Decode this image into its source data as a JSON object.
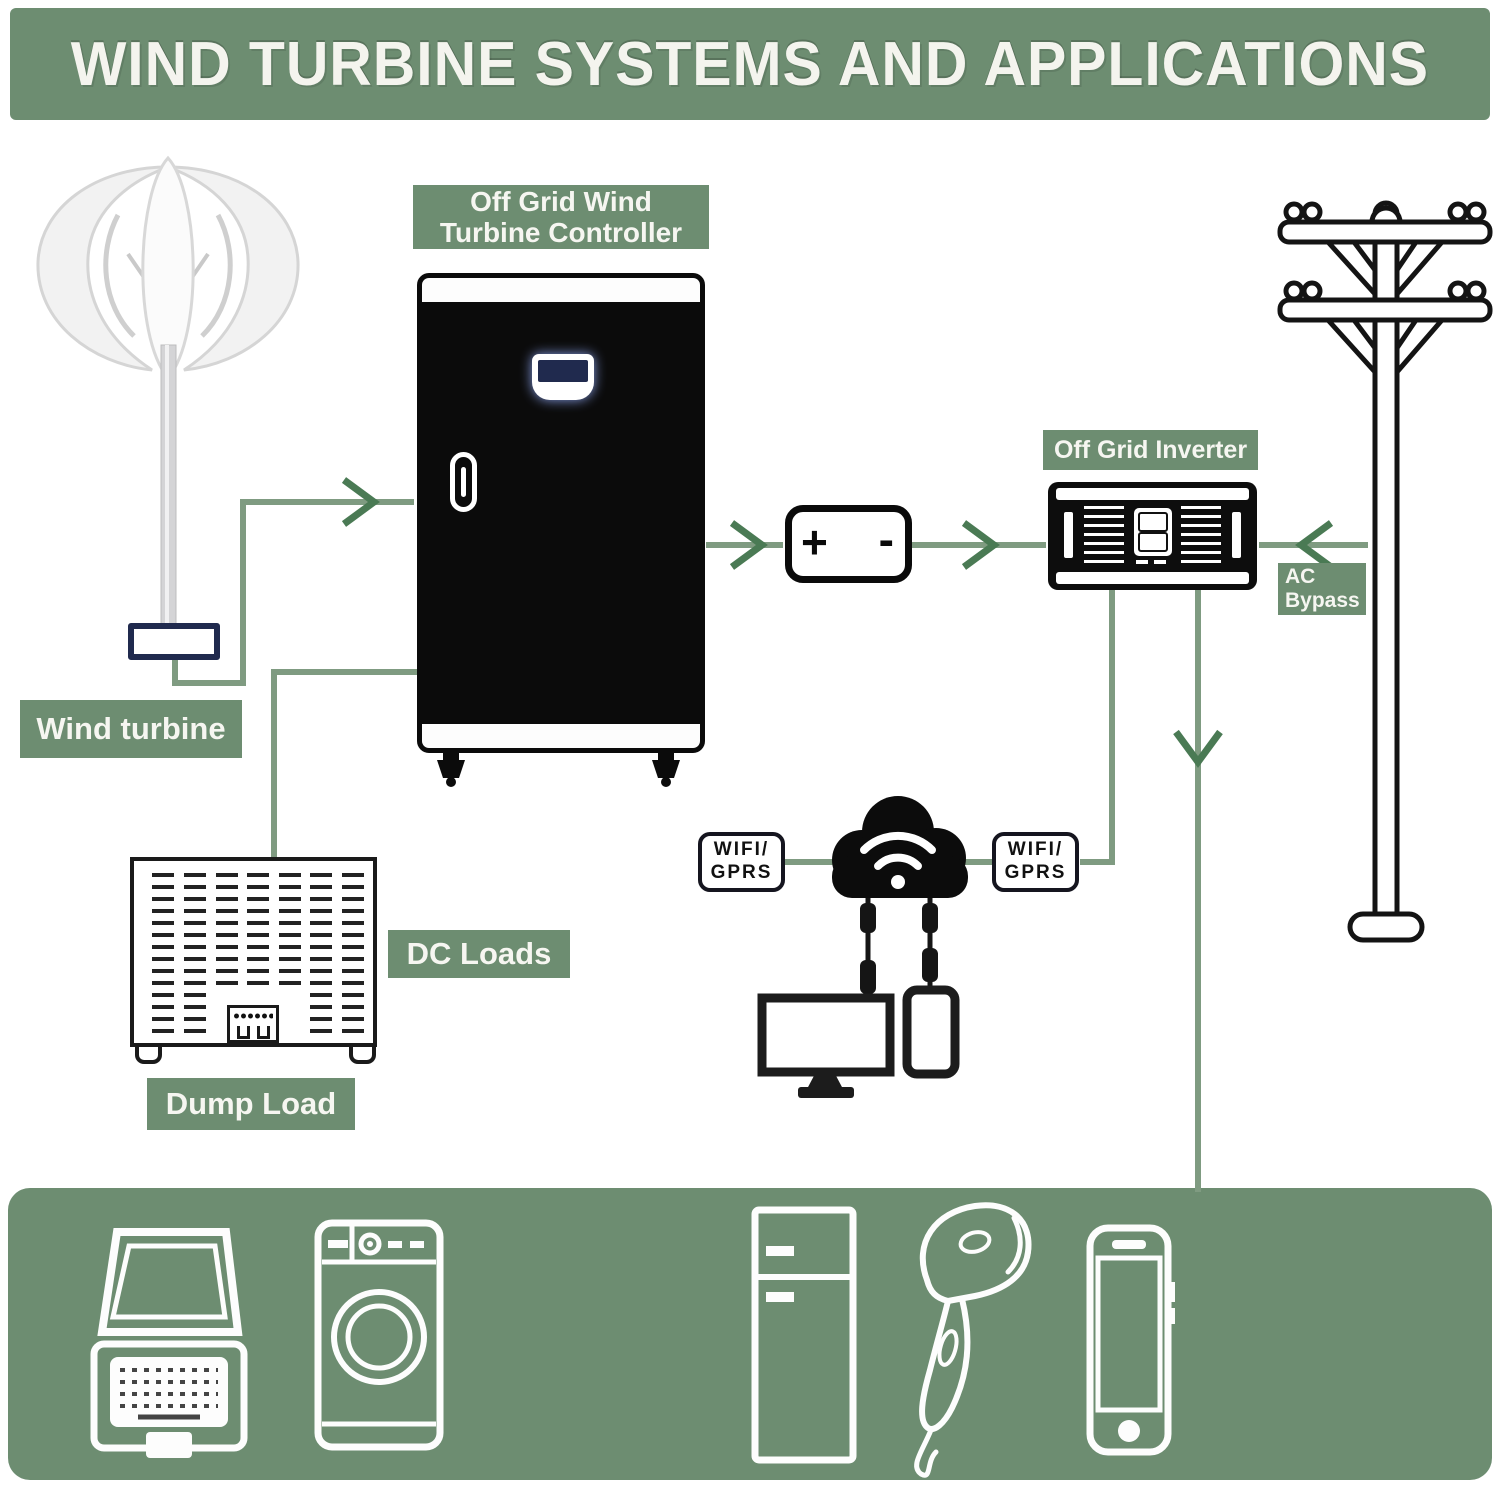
{
  "title": "WIND TURBINE SYSTEMS AND APPLICATIONS",
  "colors": {
    "green": "#6d8d71",
    "wire": "#7f9b81",
    "arrow": "#4a7a54",
    "navy": "#202a4e",
    "ink": "#111111"
  },
  "nodes": {
    "wind_turbine": {
      "label": "Wind turbine"
    },
    "controller": {
      "label_line1": "Off Grid Wind",
      "label_line2": "Turbine Controller"
    },
    "battery": {
      "plus": "+",
      "minus": "-"
    },
    "inverter": {
      "label": "Off Grid Inverter"
    },
    "ac_bypass": {
      "label_line1": "AC",
      "label_line2": "Bypass"
    },
    "dc_loads": {
      "label": "DC Loads"
    },
    "dump_load": {
      "label": "Dump Load"
    },
    "wifi_left": {
      "line1": "WIFI/",
      "line2": "GPRS"
    },
    "wifi_right": {
      "line1": "WIFI/",
      "line2": "GPRS"
    }
  },
  "appliance_icons": [
    "laptop",
    "washing-machine",
    "refrigerator",
    "hair-dryer",
    "smartphone"
  ]
}
